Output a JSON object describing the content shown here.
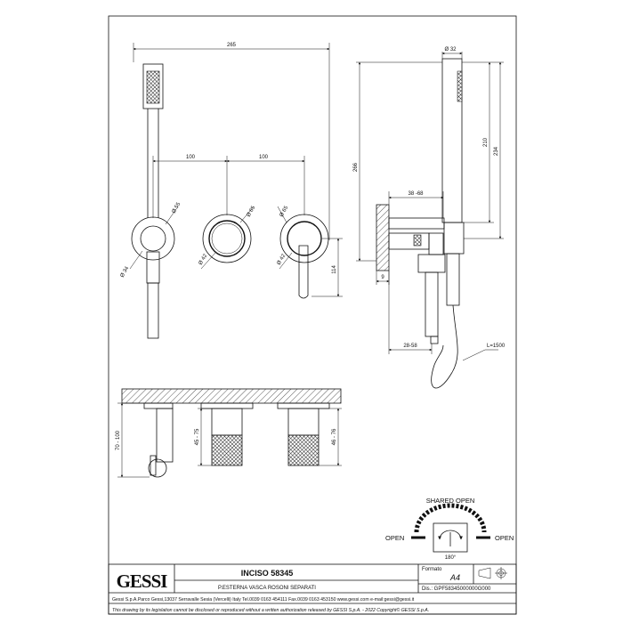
{
  "front_view": {
    "dim_overall_width": "265",
    "dim_spacing_1": "100",
    "dim_spacing_2": "100",
    "dim_diam_55": "Ø 55",
    "dim_diam_34": "Ø 34",
    "dim_diam_65_a": "Ø 65",
    "dim_diam_42_a": "Ø 42",
    "dim_diam_65_b": "Ø 65",
    "dim_diam_42_b": "Ø 42",
    "dim_height_114": "114"
  },
  "side_view": {
    "dim_diam_32": "Ø 32",
    "dim_266": "266",
    "dim_210": "210",
    "dim_234": "234",
    "dim_38_68": "38 -68",
    "dim_9": "9",
    "dim_28_58": "28-58",
    "hose_length": "L=1500"
  },
  "plan_view": {
    "dim_70_100": "70 - 100",
    "dim_45_75": "45 - 75",
    "dim_46_76": "46 - 76"
  },
  "operation_diagram": {
    "shared_open": "SHARED OPEN",
    "open_left": "OPEN",
    "open_right": "OPEN",
    "rotation": "180°"
  },
  "title_block": {
    "brand": "GESSI",
    "product": "INCISO 58345",
    "description": "P.ESTERNA VASCA ROSONI SEPARATI",
    "format_label": "Formato",
    "format_value": "A4",
    "drawing_number": "Dis.: GPF58345000000G000",
    "company_line": "Gessi S.p.A.Parco Gessi,13037 Serravalle Sesia (Vercelli) Italy Tel.0039 0163 454111 Fax.0039 0163 453150 www.gessi.com e-mail:gessi@gessi.it",
    "legal_line": "This drawing by its legislation cannot be disclosed or reproduced without a written authorization released by GESSI S.p.A. - 2022 Copyright© GESSI S.p.A."
  }
}
